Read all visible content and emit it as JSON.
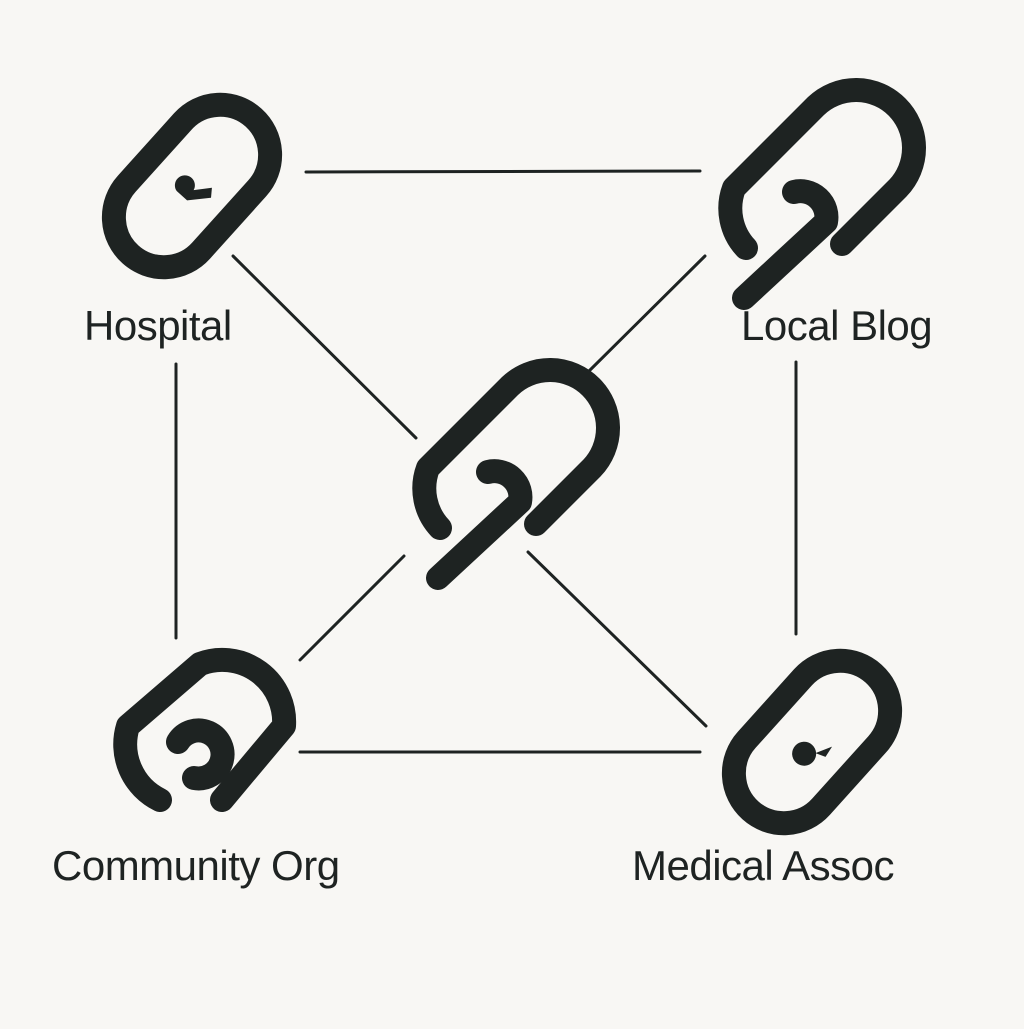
{
  "diagram": {
    "nodes": [
      {
        "id": "hospital",
        "label": "Hospital",
        "icon": "link-icon"
      },
      {
        "id": "blog",
        "label": "Local Blog",
        "icon": "link-icon"
      },
      {
        "id": "center",
        "label": "",
        "icon": "link-icon"
      },
      {
        "id": "community",
        "label": "Community Org",
        "icon": "link-icon"
      },
      {
        "id": "medical",
        "label": "Medical Assoc",
        "icon": "link-icon"
      }
    ],
    "edges": [
      [
        "hospital",
        "blog"
      ],
      [
        "hospital",
        "community"
      ],
      [
        "hospital",
        "center"
      ],
      [
        "blog",
        "medical"
      ],
      [
        "blog",
        "center"
      ],
      [
        "community",
        "center"
      ],
      [
        "community",
        "medical"
      ],
      [
        "medical",
        "center"
      ]
    ]
  },
  "colors": {
    "ink": "#1e2322",
    "background": "#f8f7f4"
  }
}
